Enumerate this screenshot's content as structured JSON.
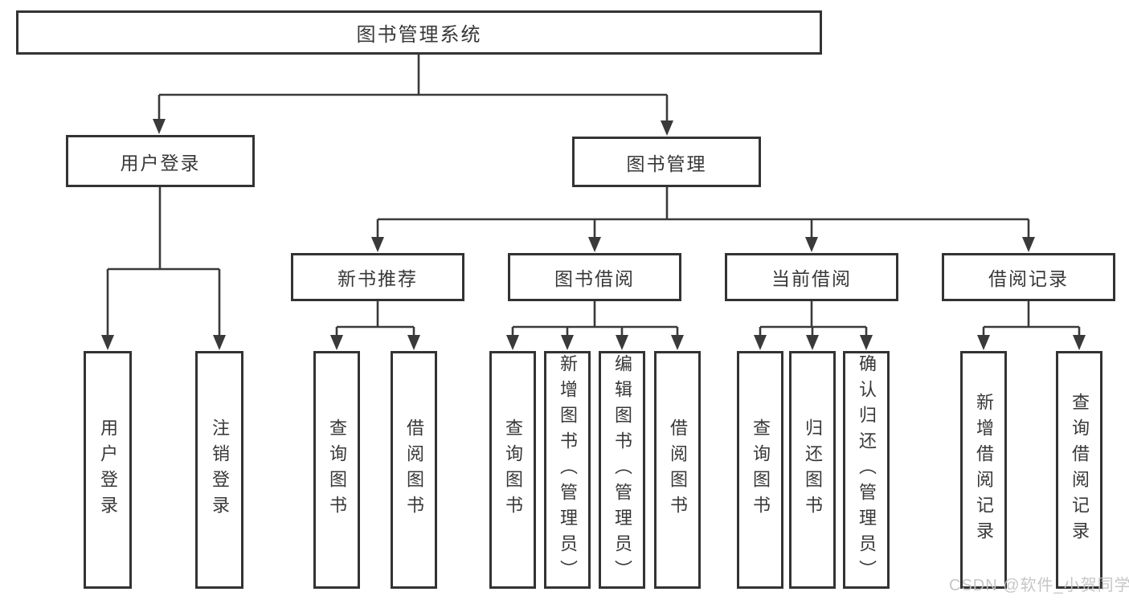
{
  "diagram": {
    "root": {
      "label": "图书管理系统"
    },
    "level2": [
      {
        "label": "用户登录"
      },
      {
        "label": "图书管理"
      }
    ],
    "level3": [
      {
        "label": "新书推荐"
      },
      {
        "label": "图书借阅"
      },
      {
        "label": "当前借阅"
      },
      {
        "label": "借阅记录"
      }
    ],
    "leaves": {
      "user_login": [
        {
          "label": "用户登录"
        },
        {
          "label": "注销登录"
        }
      ],
      "new_book": [
        {
          "label": "查询图书"
        },
        {
          "label": "借阅图书"
        }
      ],
      "book_borrow": [
        {
          "label": "查询图书"
        },
        {
          "label": "新增图书（管理员）"
        },
        {
          "label": "编辑图书（管理员）"
        },
        {
          "label": "借阅图书"
        }
      ],
      "current_borrow": [
        {
          "label": "查询图书"
        },
        {
          "label": "归还图书"
        },
        {
          "label": "确认归还（管理员）"
        }
      ],
      "borrow_records": [
        {
          "label": "新增借阅记录"
        },
        {
          "label": "查询借阅记录"
        }
      ]
    },
    "watermark": "CSDN @软件_小贺同学",
    "colors": {
      "line": "#3a3a3a",
      "border": "#333333",
      "text": "#383838",
      "watermark": "#c2c2c2",
      "background": "#ffffff"
    }
  }
}
